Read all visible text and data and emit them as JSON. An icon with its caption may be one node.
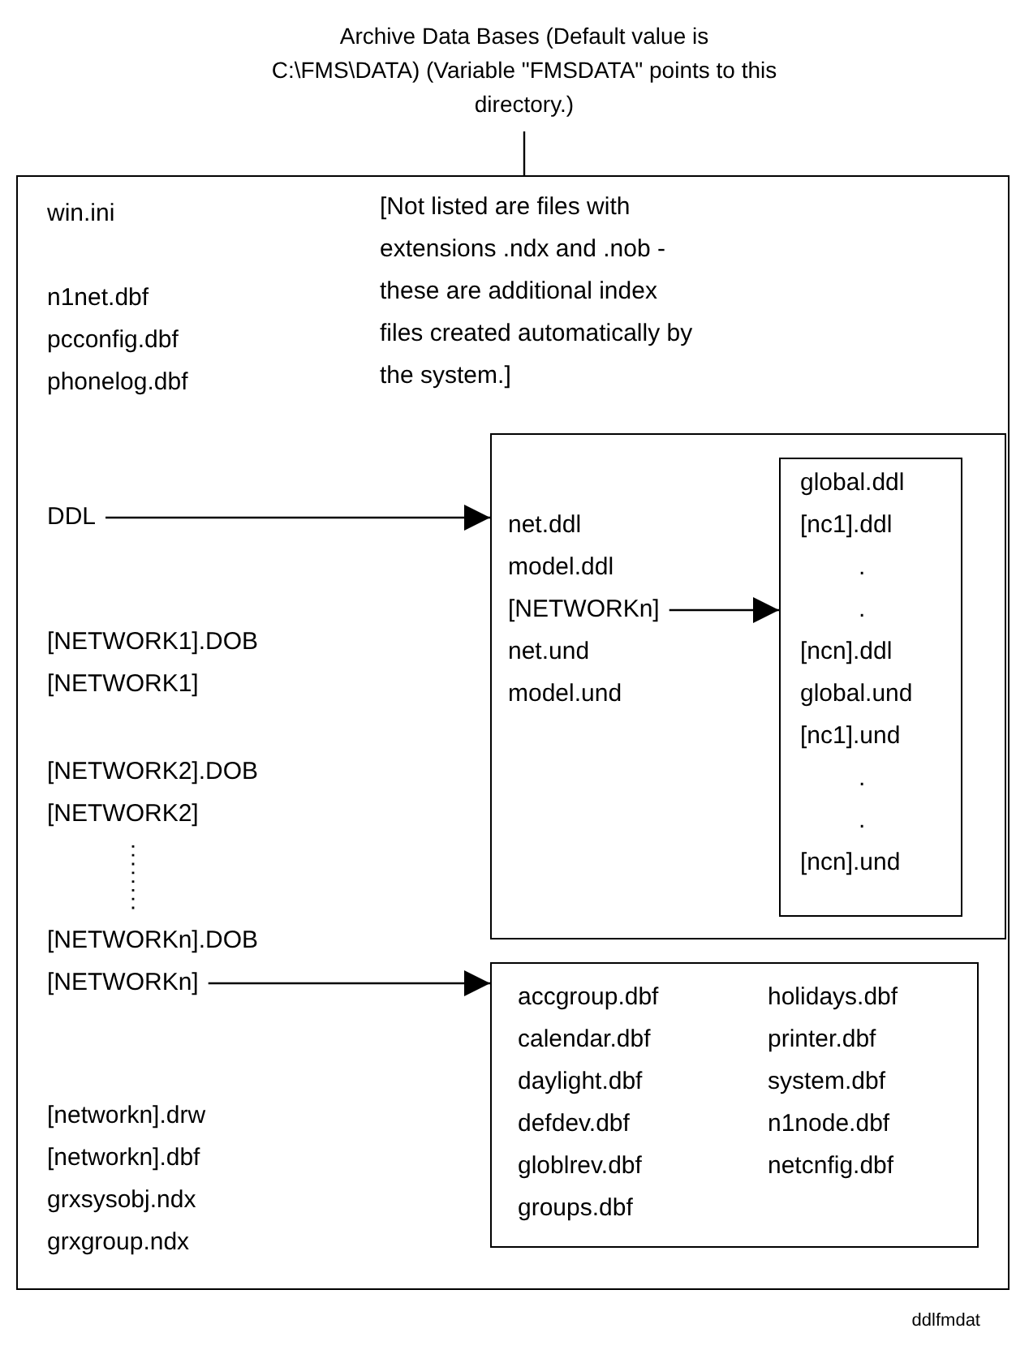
{
  "diagram": {
    "nodes": [
      {
        "text": [
          "Archive Data Bases (Default value is C:\\FMS\\DATA) (Variable \"FMSDATA\" points to this directory.)"
        ]
      },
      {
        "text": [
          "win.ini",
          "[Not listed are files with extensions .ndx and .nob - these are additional index files created automatically by the system.]",
          "n1net.dbf",
          "pcconfig.dbf",
          "phonelog.dbf",
          "[NETWORK1].DOB",
          "[NETWORK1]",
          "[NETWORK2].DOB",
          "[NETWORK2]",
          "[NETWORKn].DOB",
          "[networkn].drw",
          "[networkn].dbf",
          "grxsysobj.ndx",
          "grxgroup.ndx"
        ]
      },
      {
        "text": [
          "DDL"
        ],
        "in": 1
      },
      {
        "text": [
          "net.ddl",
          "model.ddl",
          "net.und",
          "model.und"
        ],
        "in": 1
      },
      {
        "text": [
          "[NETWORKn]"
        ],
        "in": 3
      },
      {
        "text": [
          "global.ddl",
          "[nc1].ddl",
          ".",
          ".",
          "[ncn].ddl",
          "global.und",
          "[nc1].und",
          ".",
          ".",
          "[ncn].und"
        ],
        "in": 3
      },
      {
        "text": [
          "[NETWORKn]"
        ],
        "in": 1
      },
      {
        "text": [
          "accgroup.dbf",
          "calendar.dbf",
          "daylight.dbf",
          "defdev.dbf",
          "globlrev.dbf",
          "groups.dbf",
          "holidays.dbf",
          "printer.dbf",
          "system.dbf",
          "n1node.dbf",
          "netcnfig.dbf"
        ],
        "in": 1
      }
    ],
    "edges": [
      {
        "from": 0,
        "to": 1,
        "arrow": "none"
      },
      {
        "from": 2,
        "to": 3,
        "arrow": "to"
      },
      {
        "from": 4,
        "to": 5,
        "arrow": "to"
      },
      {
        "from": 6,
        "to": 7,
        "arrow": "to"
      }
    ],
    "labels": [
      "ddlfmdat"
    ]
  }
}
